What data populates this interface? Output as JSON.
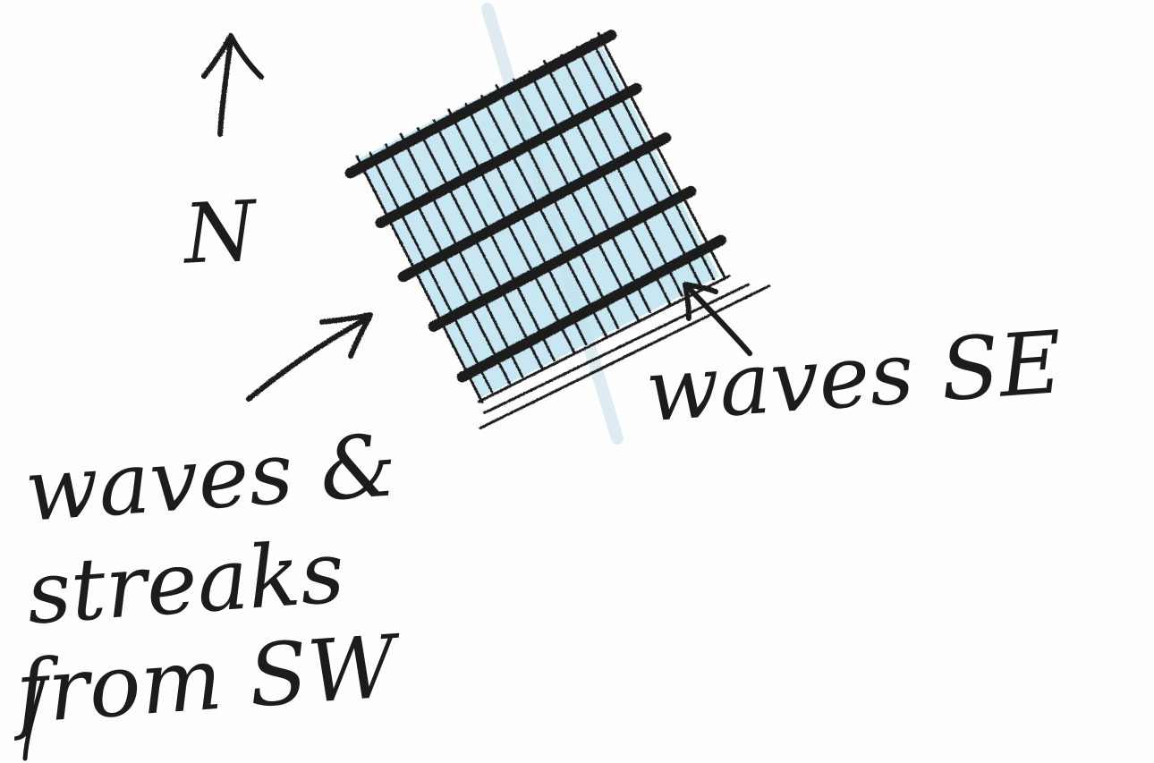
{
  "sketch": {
    "north_label": "N",
    "se_label": "waves SE",
    "sw_label_lines": [
      "waves &",
      "streaks",
      "from SW"
    ],
    "colors": {
      "ink": "#1a1a1a",
      "water_tint": "#bfe3f0",
      "paper": "#fefefe"
    }
  }
}
